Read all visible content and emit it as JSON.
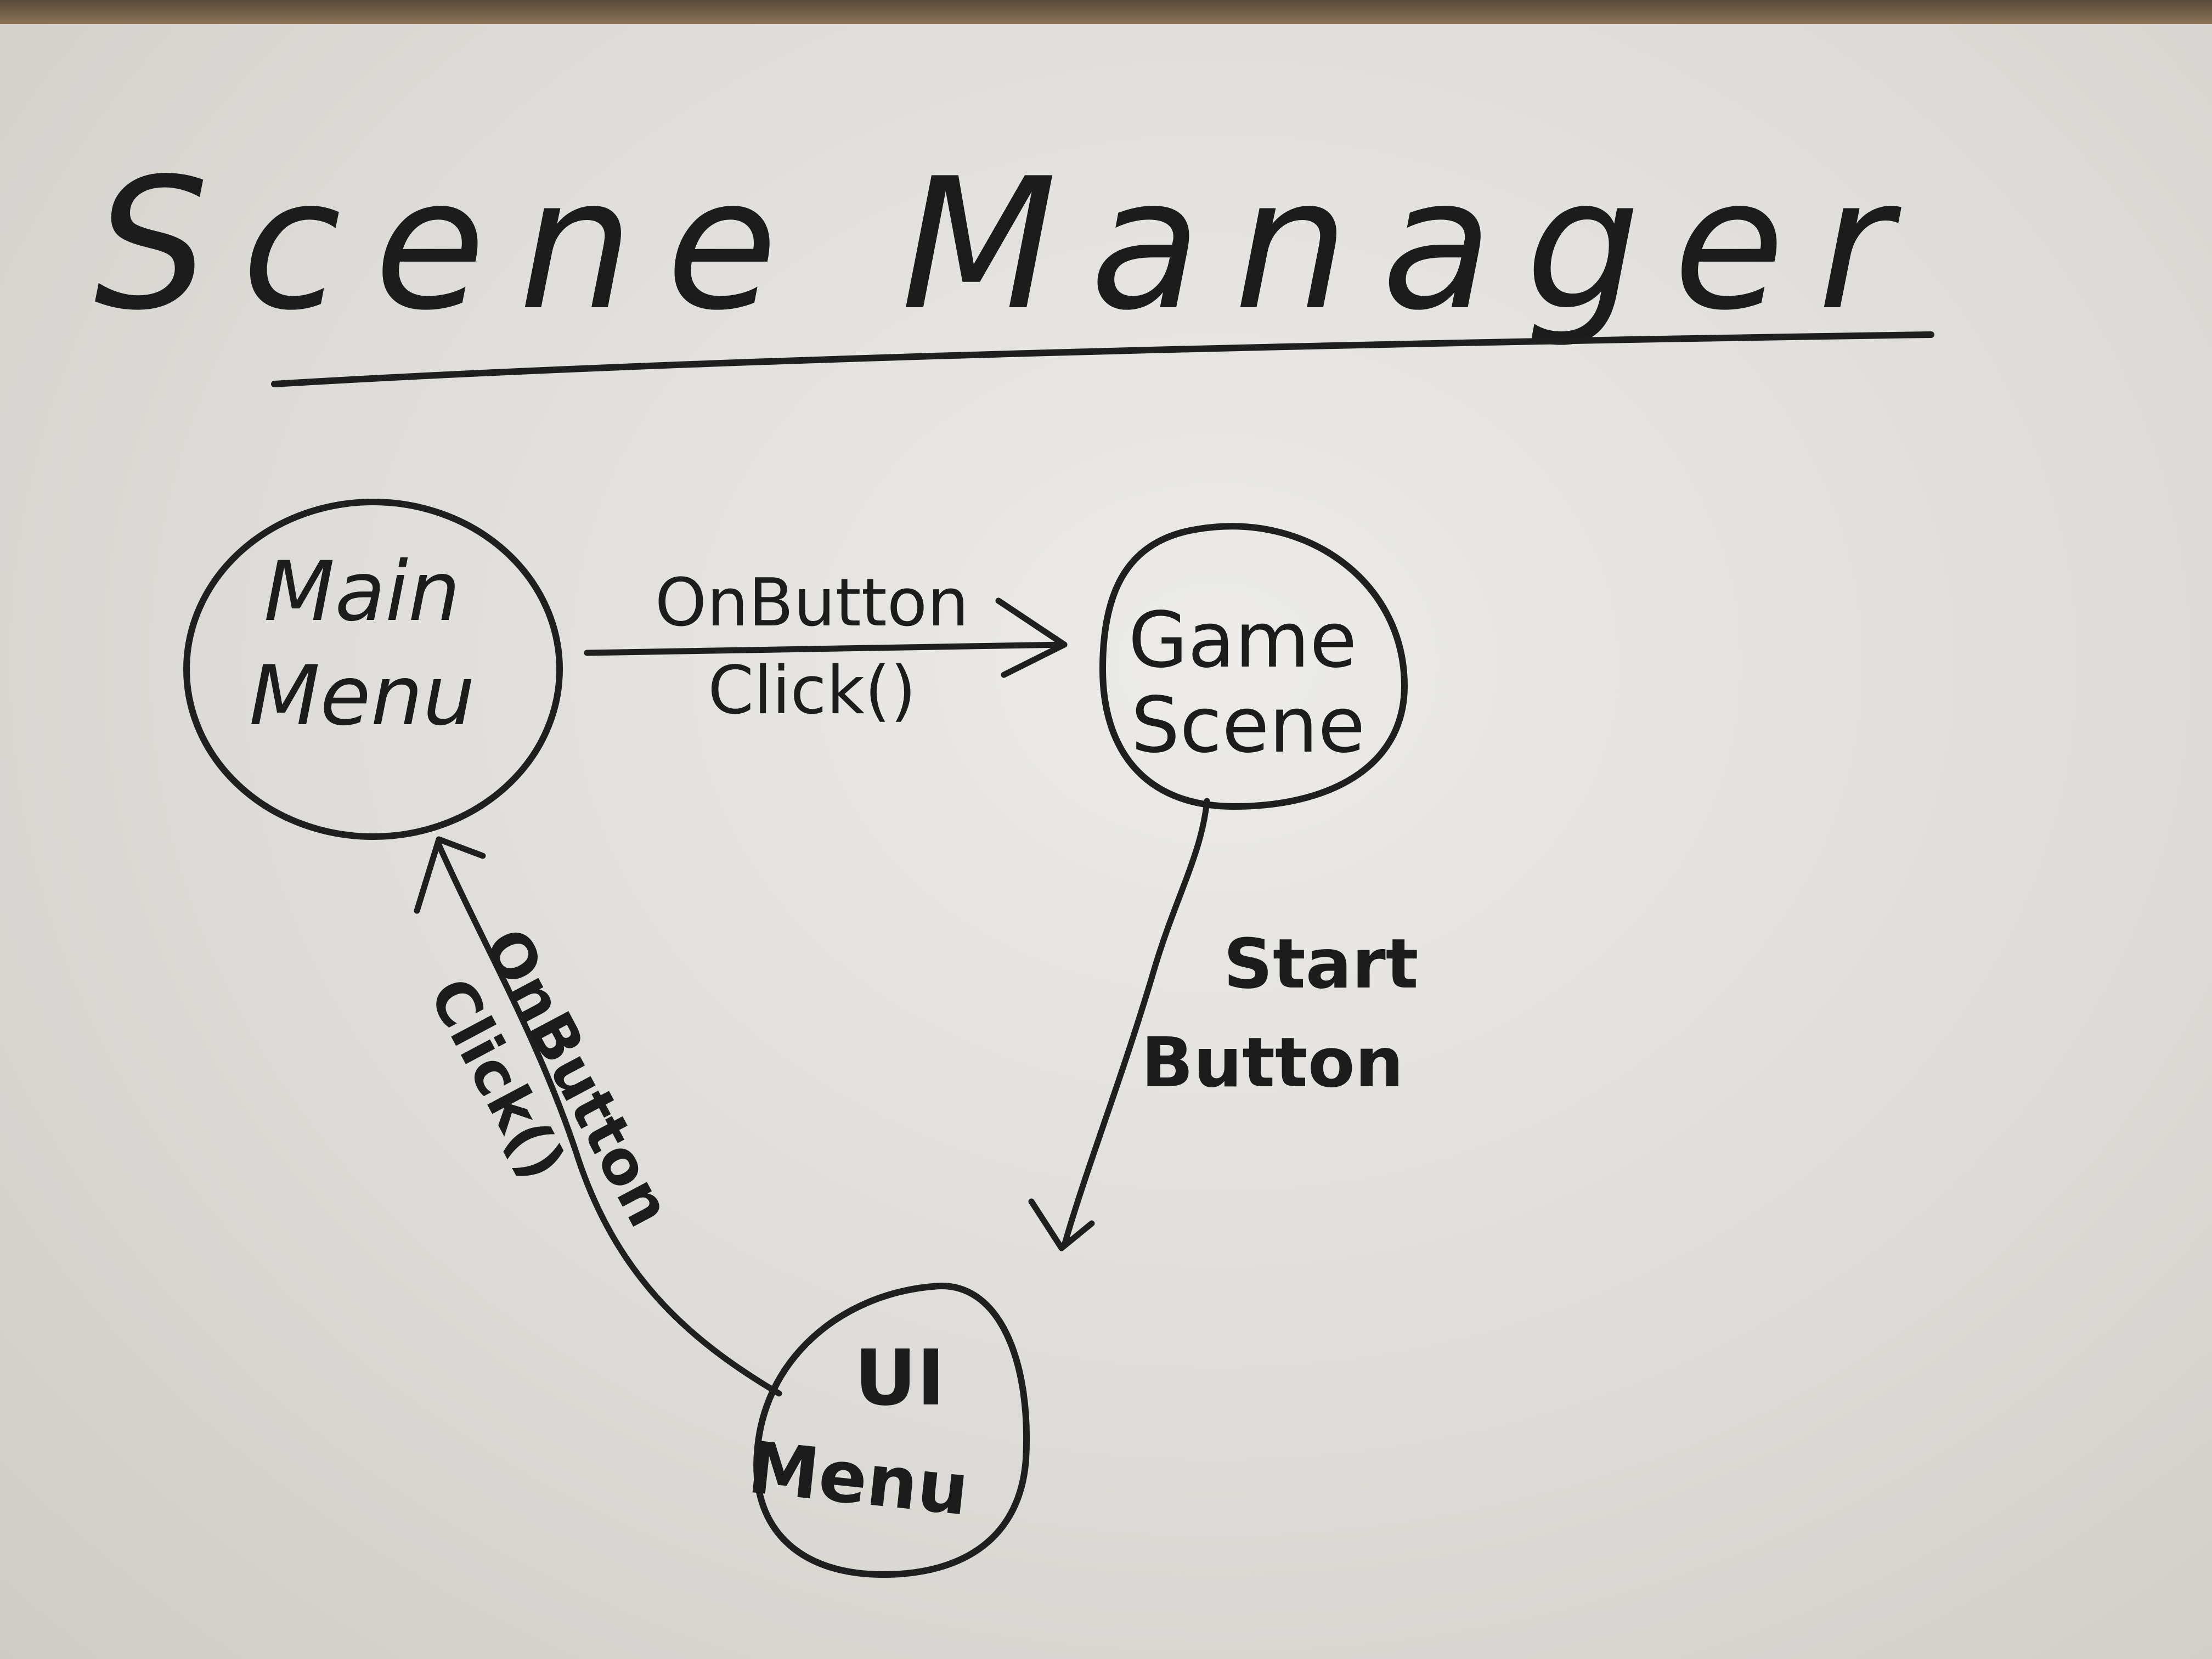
{
  "title": "Scene Manager",
  "nodes": [
    {
      "id": "main-menu",
      "line1": "Main",
      "line2": "Menu"
    },
    {
      "id": "game-scene",
      "line1": "Game",
      "line2": "Scene"
    },
    {
      "id": "ui-menu",
      "line1": "UI",
      "line2": "Menu"
    }
  ],
  "edges": [
    {
      "from": "main-menu",
      "to": "game-scene",
      "line1": "OnButton",
      "line2": "Click()"
    },
    {
      "from": "game-scene",
      "to": "ui-menu",
      "line1": "Start",
      "line2": "Button"
    },
    {
      "from": "ui-menu",
      "to": "main-menu",
      "line1": "OnButton",
      "line2": "Click()"
    }
  ],
  "colors": {
    "ink": "#1f1f1f",
    "board": "#e6e5e2",
    "frame": "#6e5a44"
  }
}
